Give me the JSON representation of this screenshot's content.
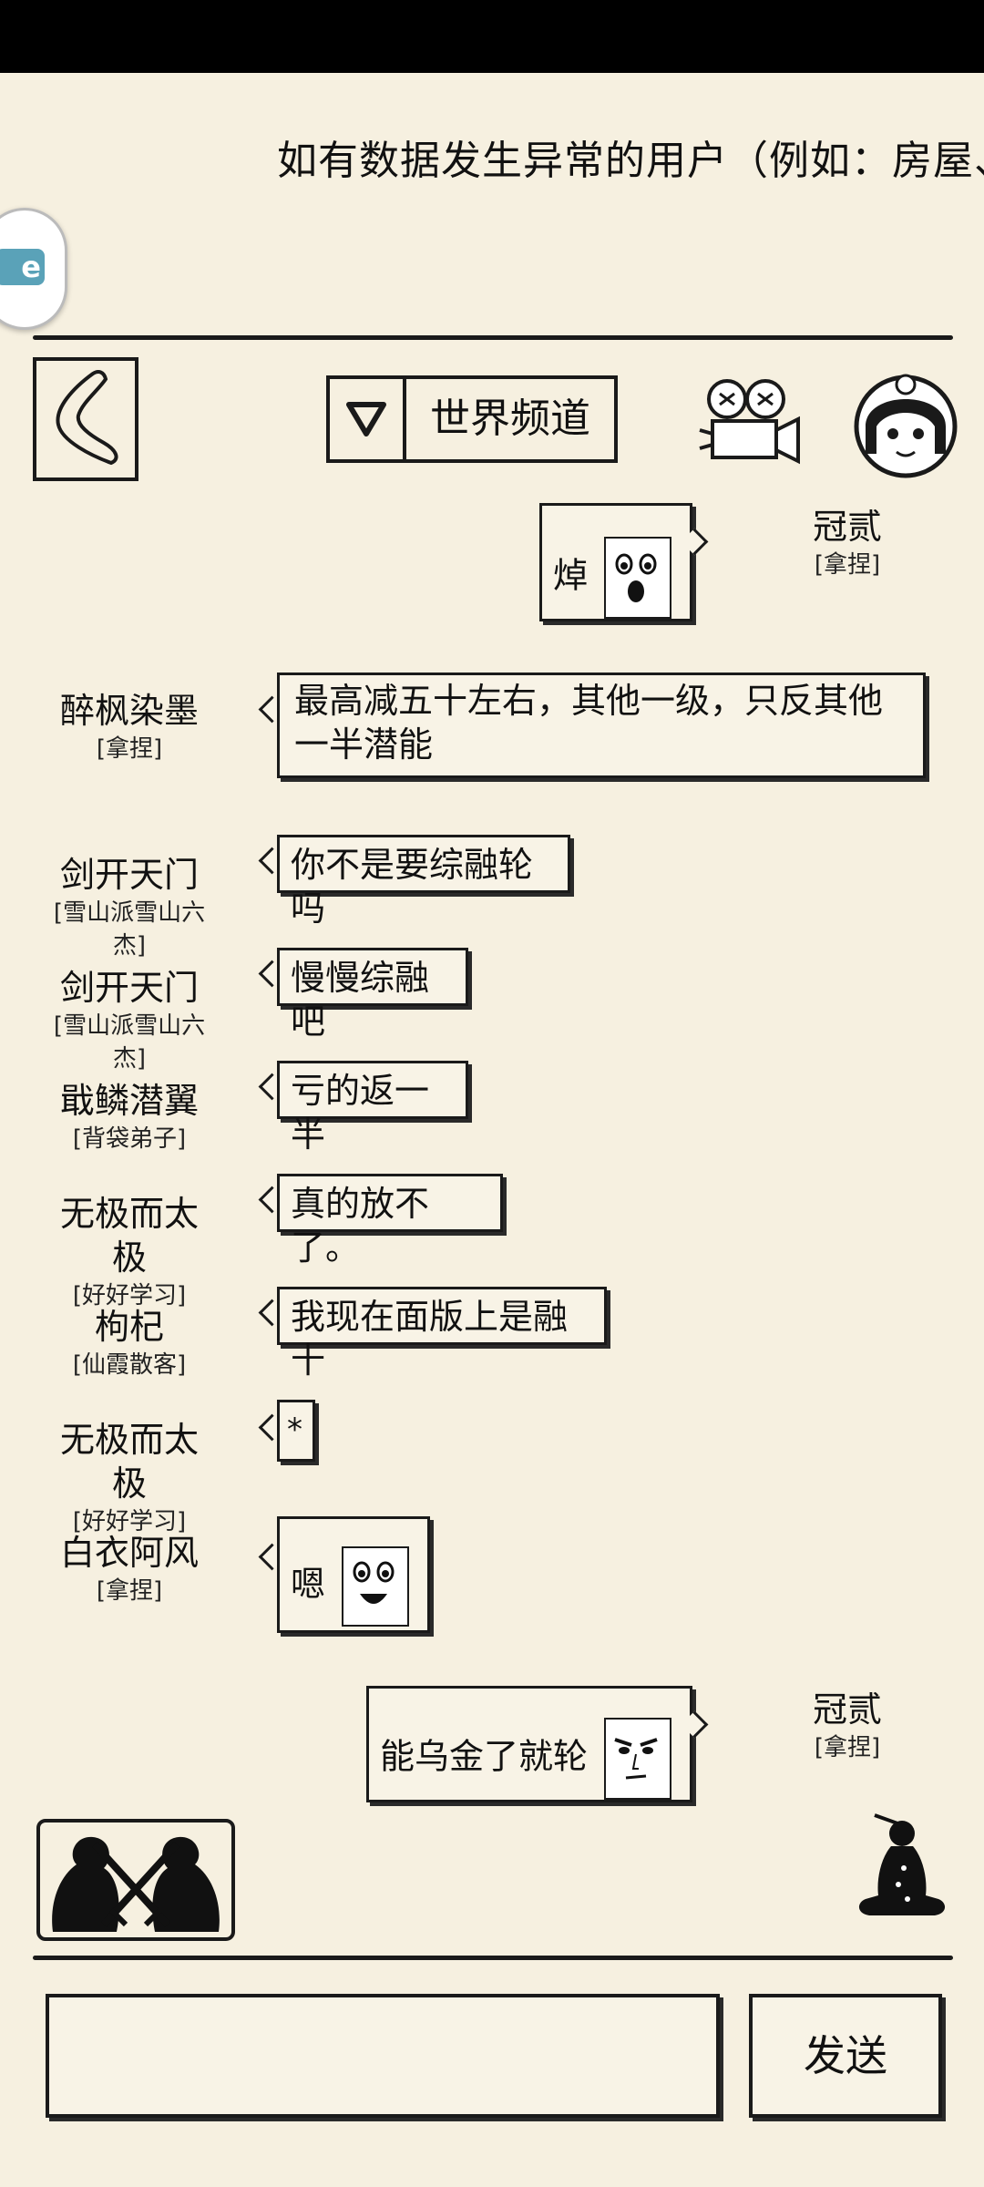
{
  "notice": {
    "marquee": "如有数据发生异常的用户（例如：房屋、"
  },
  "header": {
    "channel_name": "世界频道"
  },
  "colors": {
    "background": "#f6f0e0",
    "ink": "#1a1a1a",
    "bubble_fill": "#f8f3e6",
    "float_chip": "#5aa2b8"
  },
  "icons": {
    "float": "app-float-icon",
    "back": "back-arrow-icon",
    "dropdown": "triangle-down-icon",
    "camera": "movie-camera-icon",
    "avatar": "player-avatar-icon",
    "duel": "duel-crossed-swords-icon",
    "meditate": "meditation-icon"
  },
  "messages": [
    {
      "side": "right",
      "name": "冠贰",
      "guild": "[拿捏]",
      "text": "焯",
      "sticker": "surprised-face"
    },
    {
      "side": "left",
      "name": "醉枫染墨",
      "guild": "[拿捏]",
      "text": "最高减五十左右，其他一级，只反其他一半潜能"
    },
    {
      "side": "left",
      "name": "剑开天门",
      "guild": "[雪山派雪山六杰]",
      "text": "你不是要综融轮吗"
    },
    {
      "side": "left",
      "name": "剑开天门",
      "guild": "[雪山派雪山六杰]",
      "text": "慢慢综融吧"
    },
    {
      "side": "left",
      "name": "戢鳞潜翼",
      "guild": "[背袋弟子]",
      "text": "亏的返一半"
    },
    {
      "side": "left",
      "name": "无极而太极",
      "guild": "[好好学习]",
      "text": "真的放不了。"
    },
    {
      "side": "left",
      "name": "枸杞",
      "guild": "[仙霞散客]",
      "text": "我现在面版上是融十"
    },
    {
      "side": "left",
      "name": "无极而太极",
      "guild": "[好好学习]",
      "text": "*"
    },
    {
      "side": "left",
      "name": "白衣阿风",
      "guild": "[拿捏]",
      "text": "嗯",
      "sticker": "laughing-face"
    },
    {
      "side": "right",
      "name": "冠贰",
      "guild": "[拿捏]",
      "text": "能乌金了就轮",
      "sticker": "smug-face"
    }
  ],
  "footer": {
    "send_label": "发送",
    "input_value": ""
  }
}
